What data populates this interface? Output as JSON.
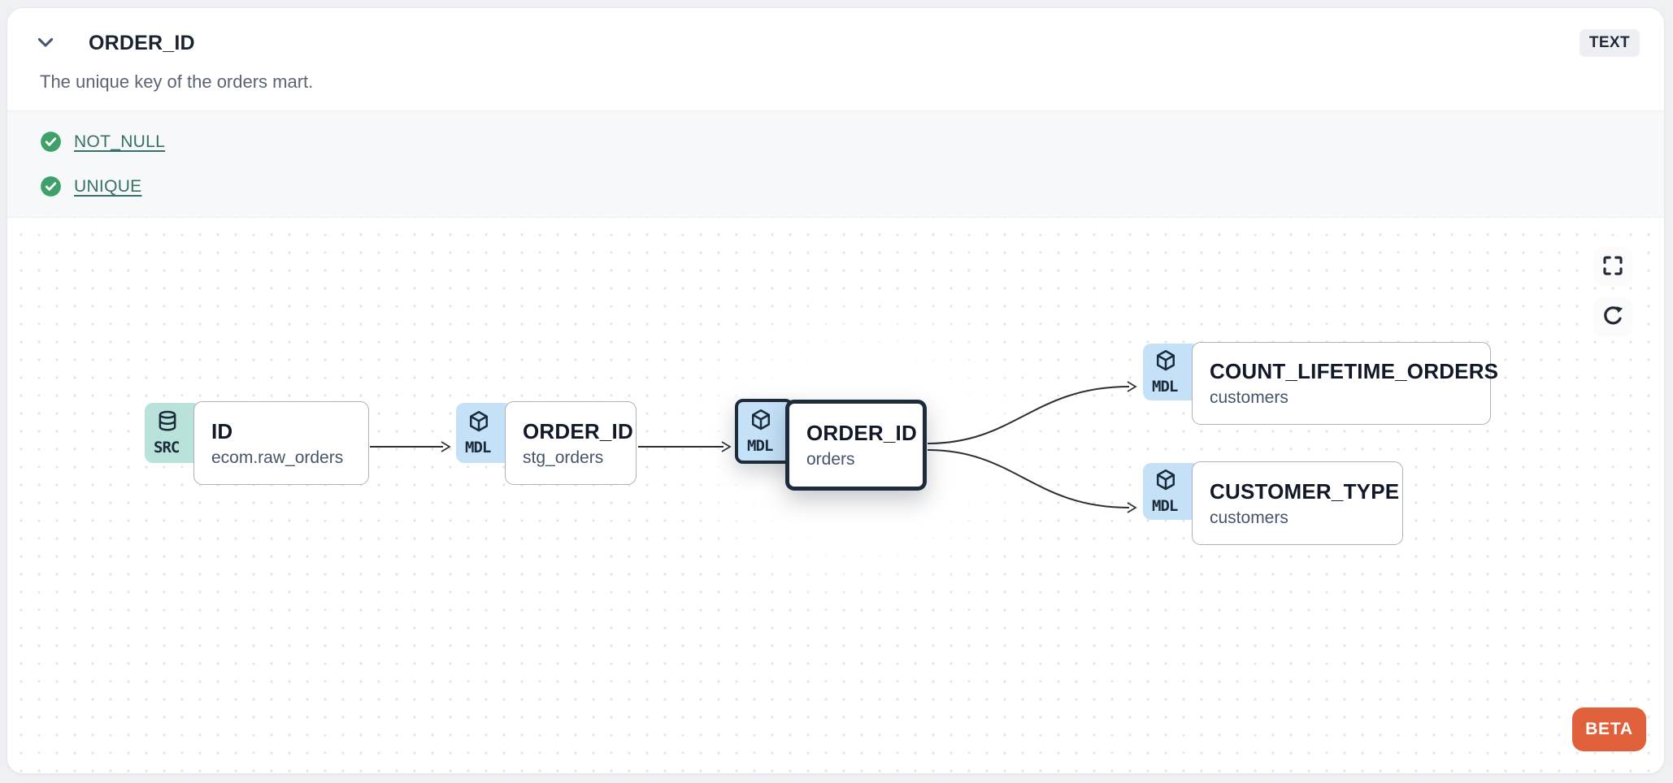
{
  "header": {
    "title": "ORDER_ID",
    "type_badge": "TEXT",
    "description": "The unique key of the orders mart.",
    "collapse_icon": "chevron-down-icon"
  },
  "tests": [
    {
      "label": "NOT_NULL",
      "status": "pass",
      "icon": "check-circle-icon"
    },
    {
      "label": "UNIQUE",
      "status": "pass",
      "icon": "check-circle-icon"
    }
  ],
  "canvas": {
    "controls": {
      "fullscreen_icon": "fullscreen-icon",
      "refresh_icon": "refresh-icon"
    },
    "beta_label": "BETA",
    "nodes": [
      {
        "badge": "SRC",
        "icon": "database-icon",
        "title": "ID",
        "subtitle": "ecom.raw_orders",
        "selected": false
      },
      {
        "badge": "MDL",
        "icon": "model-cube-icon",
        "title": "ORDER_ID",
        "subtitle": "stg_orders",
        "selected": false
      },
      {
        "badge": "MDL",
        "icon": "model-cube-icon",
        "title": "ORDER_ID",
        "subtitle": "orders",
        "selected": true
      },
      {
        "badge": "MDL",
        "icon": "model-cube-icon",
        "title": "COUNT_LIFETIME_ORDERS",
        "subtitle": "customers",
        "selected": false
      },
      {
        "badge": "MDL",
        "icon": "model-cube-icon",
        "title": "CUSTOMER_TYPE",
        "subtitle": "customers",
        "selected": false
      }
    ],
    "edges": [
      {
        "from": "ID (ecom.raw_orders)",
        "to": "ORDER_ID (stg_orders)"
      },
      {
        "from": "ORDER_ID (stg_orders)",
        "to": "ORDER_ID (orders)"
      },
      {
        "from": "ORDER_ID (orders)",
        "to": "COUNT_LIFETIME_ORDERS (customers)"
      },
      {
        "from": "ORDER_ID (orders)",
        "to": "CUSTOMER_TYPE (customers)"
      }
    ]
  },
  "colors": {
    "source_badge": "#b9e2da",
    "model_badge": "#c4e1f8",
    "selected_border": "#1e2b3b",
    "test_pass_green": "#3fa06a",
    "test_link_teal": "#357069",
    "beta_orange": "#e0603c",
    "type_badge_bg": "#edeff2"
  }
}
